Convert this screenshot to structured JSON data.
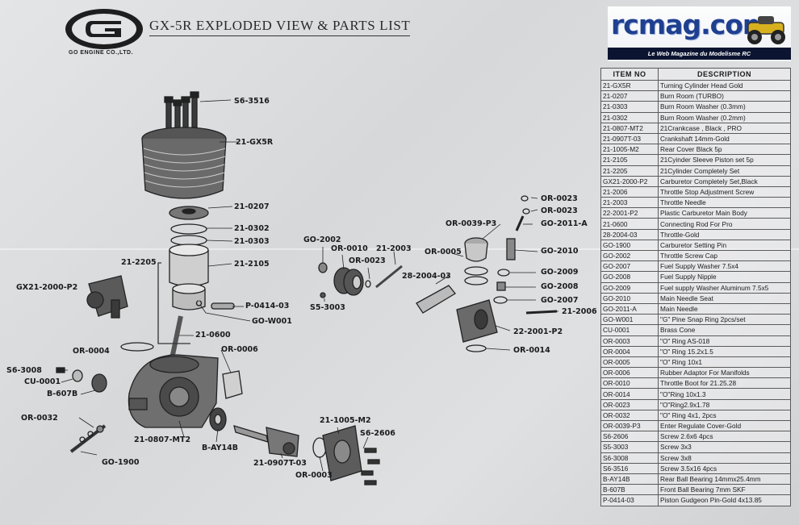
{
  "title": "GX-5R  EXPLODED VIEW & PARTS LIST",
  "brand": {
    "caption": "GO ENGINE CO.,LTD."
  },
  "badge": {
    "name": "rcmag.com",
    "tagline": "Le Web Magazine du Modelisme RC"
  },
  "table": {
    "headers": [
      "ITEM NO",
      "DESCRIPTION"
    ],
    "rows": [
      [
        "21-GX5R",
        "Turning Cylinder Head Gold"
      ],
      [
        "21-0207",
        "Burn Room (TURBO)"
      ],
      [
        "21-0303",
        "Burn Room Washer (0.3mm)"
      ],
      [
        "21-0302",
        "Burn Room Washer (0.2mm)"
      ],
      [
        "21-0807-MT2",
        "21Crankcase , Black , PRO"
      ],
      [
        "21-0907T-03",
        "Crankshaft 14mm-Gold"
      ],
      [
        "21-1005-M2",
        "Rear Cover Black 5p"
      ],
      [
        "21-2105",
        "21Cyinder Sleeve Piston set 5p"
      ],
      [
        "21-2205",
        "21Cylinder Completely Set"
      ],
      [
        "GX21-2000-P2",
        "Carburetor Completely Set,Black"
      ],
      [
        "21-2006",
        "Throttle Stop Adjustment Screw"
      ],
      [
        "21-2003",
        "Throttle Needle"
      ],
      [
        "22-2001-P2",
        "Plastic Carburetor Main Body"
      ],
      [
        "21-0600",
        "Connecting Rod For Pro"
      ],
      [
        "28-2004-03",
        "Throttle-Gold"
      ],
      [
        "GO-1900",
        "Carburetor Setting Pin"
      ],
      [
        "GO-2002",
        "Throttle Screw Cap"
      ],
      [
        "GO-2007",
        "Fuel Supply Washer  7.5x4"
      ],
      [
        "GO-2008",
        "Fuel Supply Nipple"
      ],
      [
        "GO-2009",
        "Fuel supply Washer Aluminum 7.5x5"
      ],
      [
        "GO-2010",
        "Main Needle Seat"
      ],
      [
        "GO-2011-A",
        "Main Needle"
      ],
      [
        "GO-W001",
        "\"G\" Pine Snap Ring  2pcs/set"
      ],
      [
        "CU-0001",
        "Brass Cone"
      ],
      [
        "OR-0003",
        "\"O\" Ring AS-018"
      ],
      [
        "OR-0004",
        "\"O\" Ring 15.2x1.5"
      ],
      [
        "OR-0005",
        "\"O\" Ring 10x1"
      ],
      [
        "OR-0006",
        "Rubber Adaptor For Manifolds"
      ],
      [
        "OR-0010",
        "Throttle Boot for 21.25.28"
      ],
      [
        "OR-0014",
        "\"O\"Ring 10x1.3"
      ],
      [
        "OR-0023",
        "\"O\"Ring2.9x1.78"
      ],
      [
        "OR-0032",
        "\"O\" Ring 4x1, 2pcs"
      ],
      [
        "OR-0039-P3",
        "Enter Regulate Cover-Gold"
      ],
      [
        "S6-2606",
        "Screw 2.6x6 4pcs"
      ],
      [
        "S5-3003",
        "Screw 3x3"
      ],
      [
        "S6-3008",
        "Screw 3x8"
      ],
      [
        "S6-3516",
        "Screw 3.5x16 4pcs"
      ],
      [
        "B-AY14B",
        "Rear Ball Bearing 14mmx25.4mm"
      ],
      [
        "B-607B",
        "Front Ball Bearing  7mm SKF"
      ],
      [
        "P-0414-03",
        "Piston Gudgeon Pin-Gold 4x13.85"
      ]
    ]
  },
  "callouts": {
    "s6_3516": "S6-3516",
    "gx5r": "21-GX5R",
    "c0207": "21-0207",
    "c0302": "21-0302",
    "c0303": "21-0303",
    "c2205": "21-2205",
    "c2105": "21-2105",
    "gx2000": "GX21-2000-P2",
    "p0414": "P-0414-03",
    "gow001": "GO-W001",
    "c0600": "21-0600",
    "or0004": "OR-0004",
    "or0006": "OR-0006",
    "s6_3008": "S6-3008",
    "cu0001": "CU-0001",
    "b607b": "B-607B",
    "or0032": "OR-0032",
    "go1900": "GO-1900",
    "c0807": "21-0807-MT2",
    "bay14b": "B-AY14B",
    "c0907": "21-0907T-03",
    "c1005": "21-1005-M2",
    "s6_2606": "S6-2606",
    "or0003": "OR-0003",
    "go2002": "GO-2002",
    "or0010": "OR-0010",
    "or0023a": "OR-0023",
    "c2003": "21-2003",
    "s5_3003": "S5-3003",
    "or0005": "OR-0005",
    "c2004": "28-2004-03",
    "or0039": "OR-0039-P3",
    "or0023b": "OR-0023",
    "or0023c": "OR-0023",
    "go2011": "GO-2011-A",
    "go2010": "GO-2010",
    "go2009": "GO-2009",
    "go2008": "GO-2008",
    "go2007": "GO-2007",
    "c2006": "21-2006",
    "c2001": "22-2001-P2",
    "or0014": "OR-0014"
  }
}
